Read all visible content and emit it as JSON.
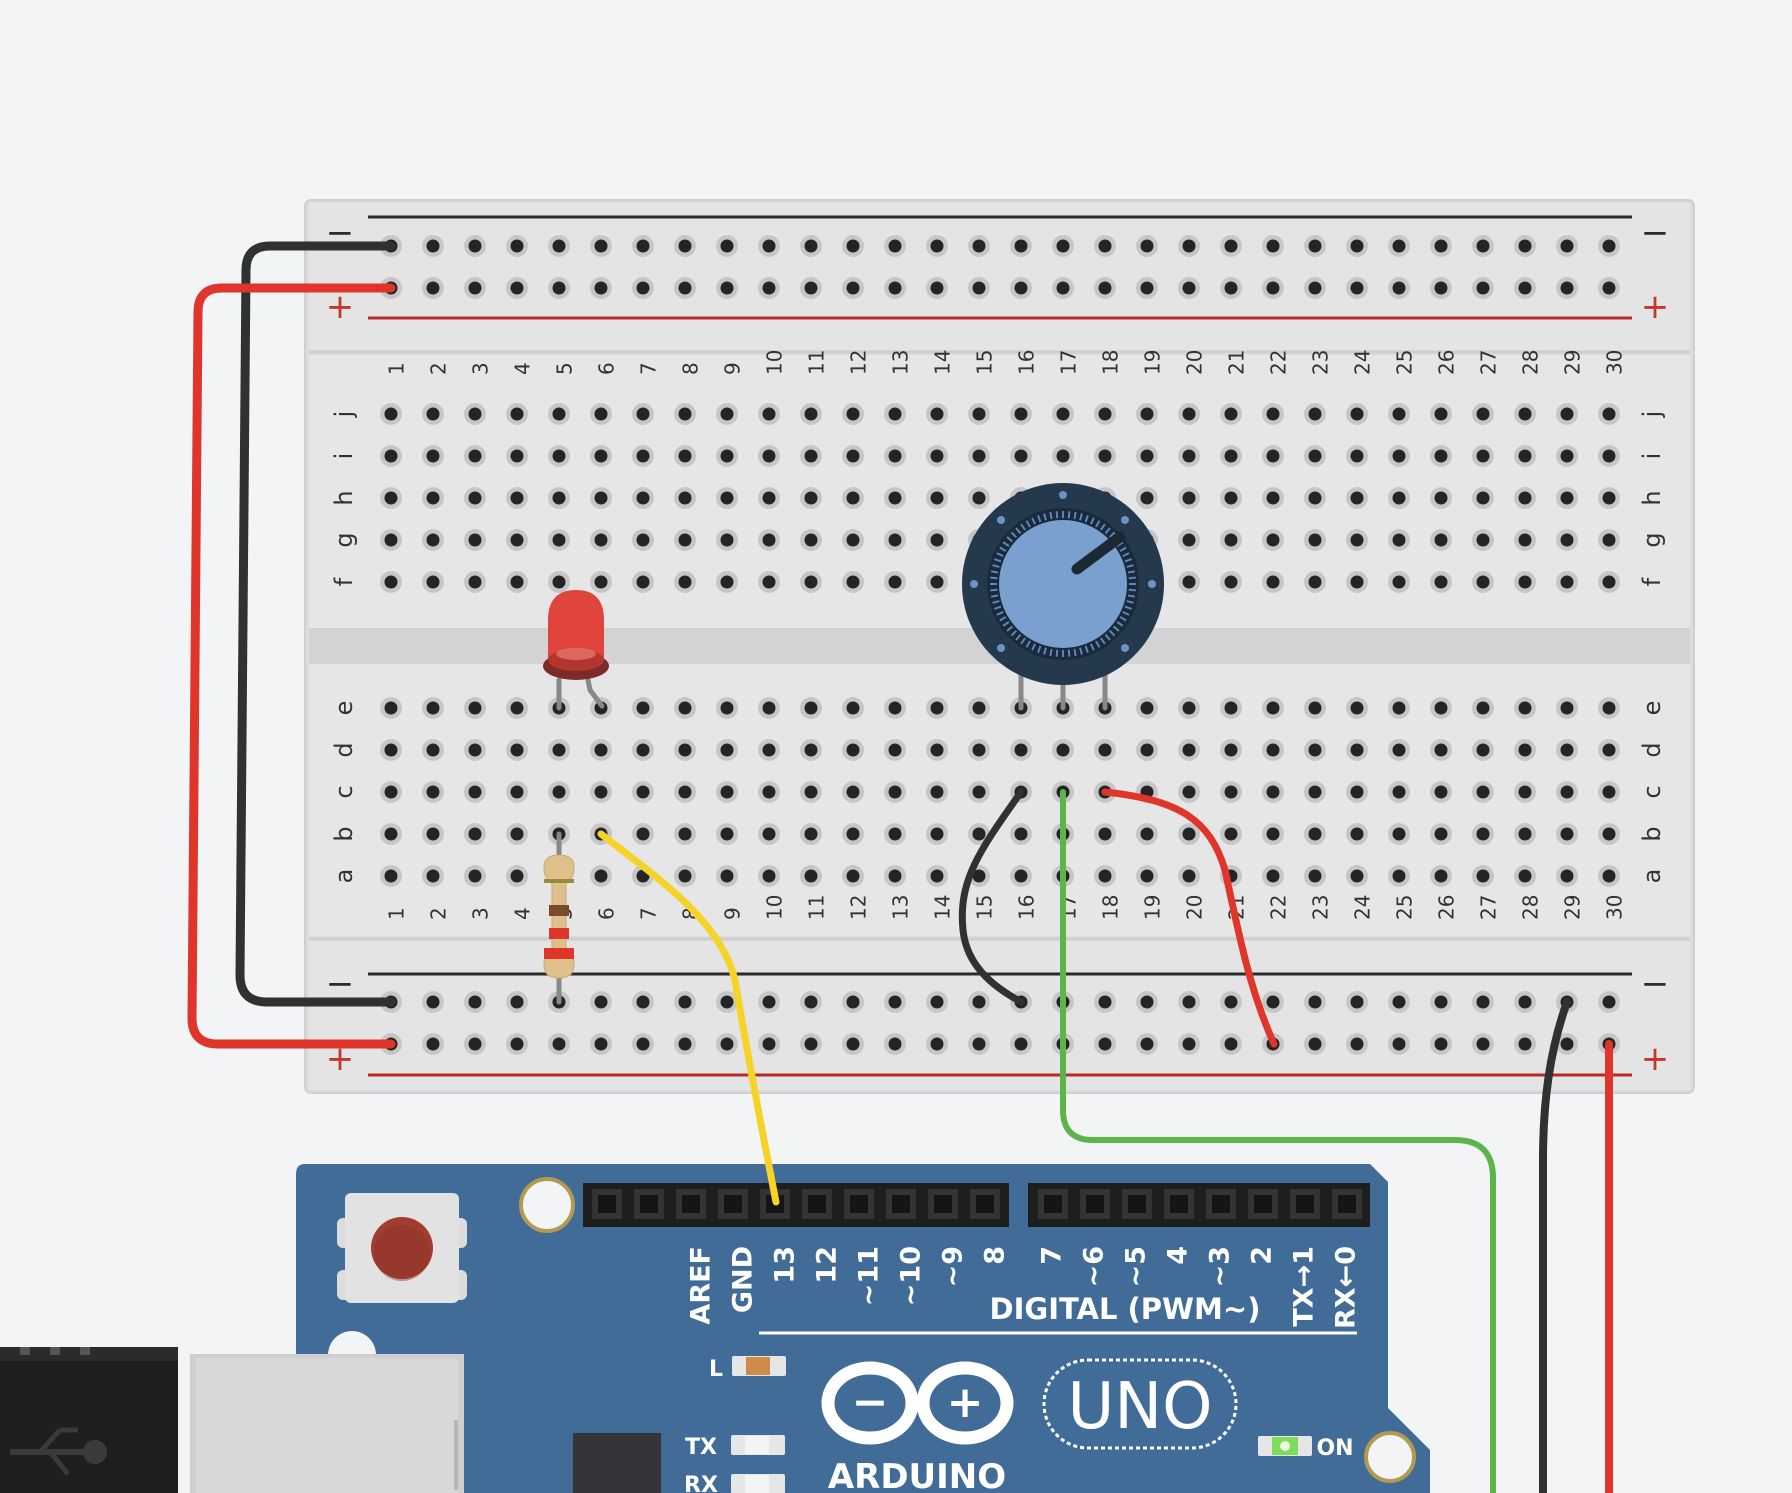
{
  "breadboard": {
    "columns": [
      "1",
      "2",
      "3",
      "4",
      "5",
      "6",
      "7",
      "8",
      "9",
      "10",
      "11",
      "12",
      "13",
      "14",
      "15",
      "16",
      "17",
      "18",
      "19",
      "20",
      "21",
      "22",
      "23",
      "24",
      "25",
      "26",
      "27",
      "28",
      "29",
      "30"
    ],
    "rows_top": [
      "j",
      "i",
      "h",
      "g",
      "f"
    ],
    "rows_bottom": [
      "e",
      "d",
      "c",
      "b",
      "a"
    ],
    "rail_minus": "−",
    "rail_plus": "+"
  },
  "arduino": {
    "header_pins_left": [
      "AREF",
      "GND",
      "13",
      "12",
      "~11",
      "~10",
      "~9",
      "8"
    ],
    "header_pins_right": [
      "7",
      "~6",
      "~5",
      "4",
      "~3",
      "2",
      "TX→1",
      "RX←0"
    ],
    "digital_label": "DIGITAL (PWM~)",
    "led_labels": [
      "L",
      "TX",
      "RX"
    ],
    "brand": "ARDUINO",
    "model": "UNO",
    "power_label": "ON",
    "logo_minus": "−",
    "logo_plus": "+"
  },
  "components": {
    "led": "red-led",
    "resistor": "resistor",
    "potentiometer": "potentiometer"
  },
  "colors": {
    "background": "#f3f4f6",
    "breadboard": "#e0e0e0",
    "rail_red": "#c0392b",
    "wire_black": "#2f3133",
    "wire_red": "#e0352b",
    "wire_green": "#5cb54a",
    "wire_yellow": "#f5d327",
    "arduino_blue": "#426c98",
    "pot_knob": "#7aa0d0",
    "led_red": "#e0443c"
  }
}
